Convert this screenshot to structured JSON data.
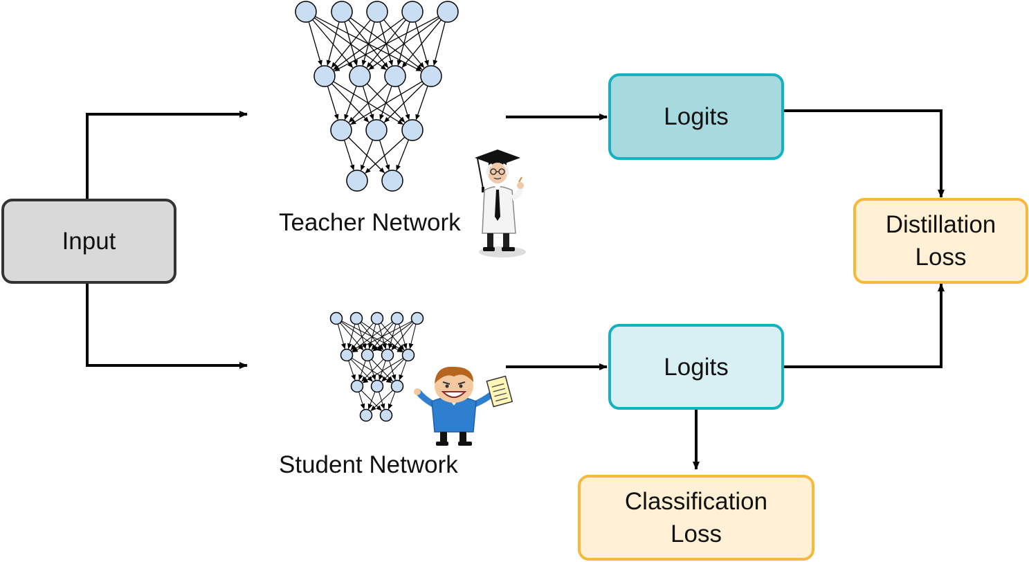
{
  "nodes": {
    "input": {
      "label": "Input"
    },
    "teacher": {
      "label": "Teacher Network"
    },
    "student": {
      "label": "Student Network"
    },
    "teacher_logits": {
      "label": "Logits"
    },
    "student_logits": {
      "label": "Logits"
    },
    "distillation_loss": {
      "line1": "Distillation",
      "line2": "Loss"
    },
    "classification_loss": {
      "line1": "Classification",
      "line2": "Loss"
    }
  },
  "icons": {
    "teacher_figure": "professor-with-graduation-cap-icon",
    "student_figure": "happy-student-with-paper-icon"
  },
  "colors": {
    "input_fill": "#d9d9d9",
    "input_border": "#333333",
    "teacher_logits_fill": "#a7dadf",
    "student_logits_fill": "#d8eff3",
    "logits_border": "#14b1c0",
    "loss_fill": "#fff0d6",
    "loss_border": "#f6b93b",
    "neuron_fill": "#c9def2",
    "arrow": "#000000"
  }
}
